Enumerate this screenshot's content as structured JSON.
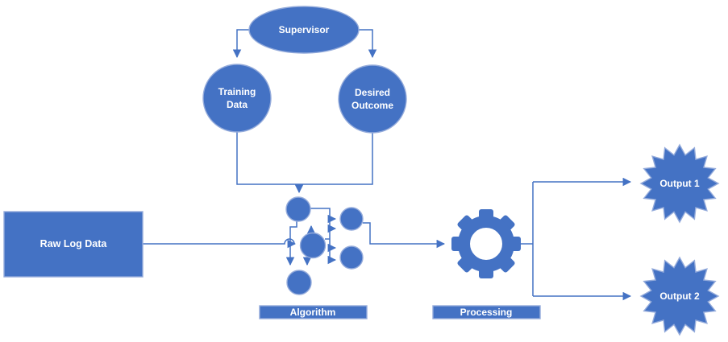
{
  "diagram": {
    "colors": {
      "fill": "#4472C4",
      "border": "#94ABDB",
      "line": "#4472C4",
      "text": "#FFFFFF",
      "background": "#FFFFFF"
    },
    "nodes": {
      "supervisor": {
        "label": "Supervisor",
        "shape": "ellipse"
      },
      "training_data": {
        "line1": "Training",
        "line2": "Data",
        "shape": "circle"
      },
      "desired_outcome": {
        "line1": "Desired",
        "line2": "Outcome",
        "shape": "circle"
      },
      "raw_log_data": {
        "label": "Raw Log Data",
        "shape": "rectangle"
      },
      "algorithm": {
        "label": "Algorithm",
        "icon": "neural-network-icon",
        "shape": "label-bar"
      },
      "processing": {
        "label": "Processing",
        "icon": "gear-icon",
        "shape": "label-bar"
      },
      "output_1": {
        "label": "Output 1",
        "shape": "starburst"
      },
      "output_2": {
        "label": "Output 2",
        "shape": "starburst"
      }
    }
  }
}
